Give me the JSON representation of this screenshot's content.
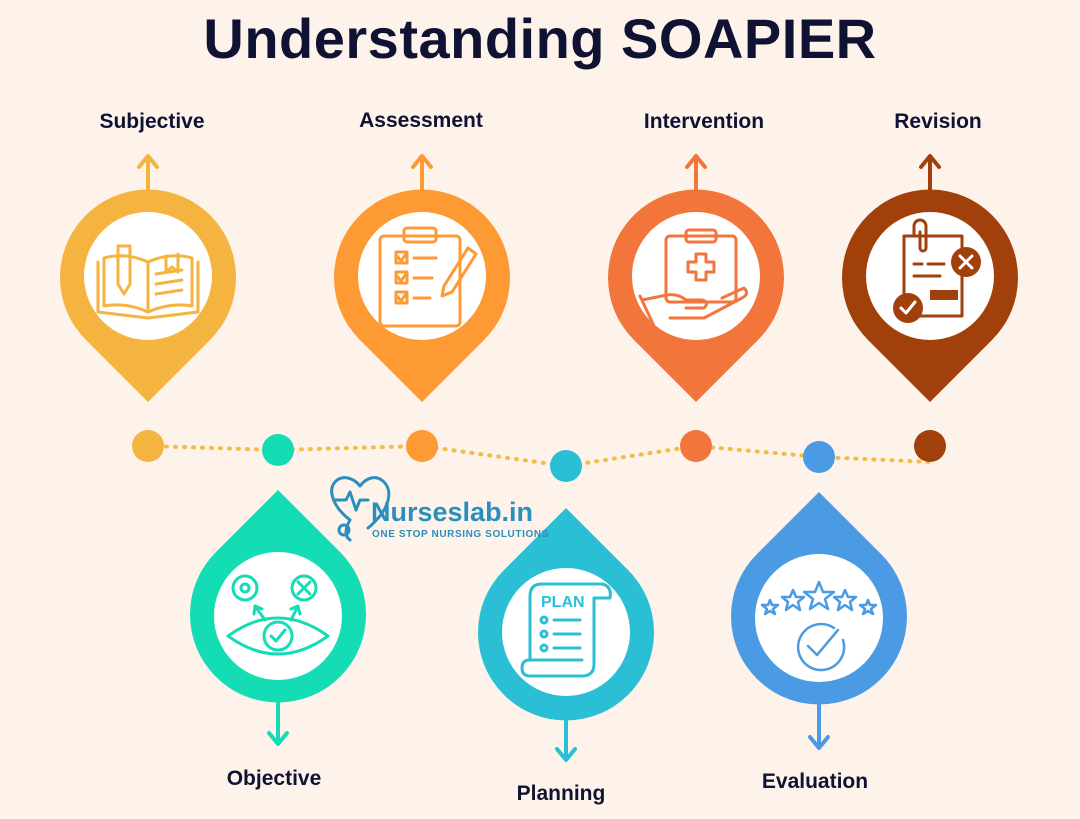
{
  "title": "Understanding SOAPIER",
  "stages": [
    {
      "label": "Subjective",
      "color": "#f5b340",
      "position": "top",
      "icon": "open-book-pen-icon"
    },
    {
      "label": "Objective",
      "color": "#14dcb4",
      "position": "bottom",
      "icon": "eye-check-icon"
    },
    {
      "label": "Assessment",
      "color": "#fd9a34",
      "position": "top",
      "icon": "clipboard-checklist-icon"
    },
    {
      "label": "Planning",
      "color": "#2bbfd5",
      "position": "bottom",
      "icon": "plan-scroll-icon"
    },
    {
      "label": "Intervention",
      "color": "#f2763c",
      "position": "top",
      "icon": "medical-clipboard-hand-icon"
    },
    {
      "label": "Evaluation",
      "color": "#4a9be4",
      "position": "bottom",
      "icon": "rating-stars-check-icon"
    },
    {
      "label": "Revision",
      "color": "#a2400b",
      "position": "top",
      "icon": "document-revision-icon"
    }
  ],
  "logo": {
    "name": "Nurseslab.in",
    "tagline": "ONE STOP NURSING SOLUTIONS",
    "icon": "heart-stethoscope-icon"
  },
  "timeline_color": "#f2bc45"
}
